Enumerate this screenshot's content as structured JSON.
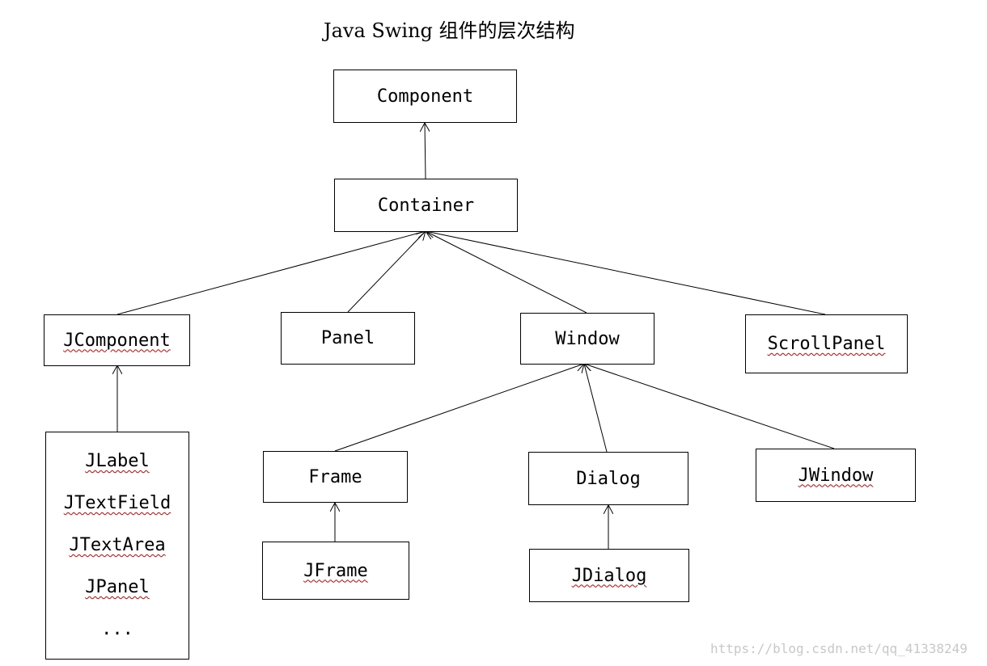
{
  "title": "Java Swing 组件的层次结构",
  "nodes": {
    "component": "Component",
    "container": "Container",
    "jcomponent": "JComponent",
    "panel": "Panel",
    "window": "Window",
    "scrollpanel": "ScrollPanel",
    "frame": "Frame",
    "dialog": "Dialog",
    "jwindow": "JWindow",
    "jframe": "JFrame",
    "jdialog": "JDialog"
  },
  "jcomponent_subclasses": [
    "JLabel",
    "JTextField",
    "JTextArea",
    "JPanel",
    "..."
  ],
  "watermark": "https://blog.csdn.net/qq_41338249"
}
